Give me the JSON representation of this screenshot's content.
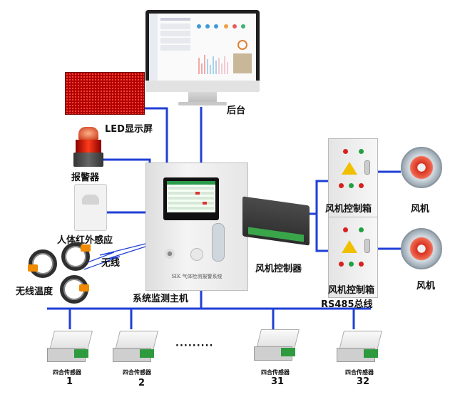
{
  "labels": {
    "backend": "后台",
    "led_screen": "LED显示屏",
    "alarm": "报警器",
    "pir_sensor": "人体红外感应",
    "wireless": "无线",
    "wireless_temp": "无线温度",
    "main_host": "系统监测主机",
    "fan_controller": "风机控制器",
    "fan_control_box_1": "风机控制箱",
    "fan_control_box_2": "风机控制箱",
    "fan_1": "风机",
    "fan_2": "风机",
    "bus": "RS485总线",
    "ellipsis": "·········"
  },
  "host_plate_text": "SIK 气体检测报警系统",
  "sensors": [
    {
      "name": "四合传感器",
      "number": "1"
    },
    {
      "name": "四合传感器",
      "number": "2"
    },
    {
      "name": "四合传感器",
      "number": "31"
    },
    {
      "name": "四合传感器",
      "number": "32"
    }
  ],
  "colors": {
    "wire": "#1f3fd6",
    "led": "#b00000",
    "alarm": "#e53010",
    "terminal": "#2e9a3e",
    "warning": "#f0c000"
  },
  "icons": [
    "computer-monitor-icon",
    "led-panel-icon",
    "alarm-beacon-icon",
    "pir-sensor-icon",
    "wireless-temperature-ring-icon",
    "fan-icon",
    "warning-triangle-icon"
  ]
}
